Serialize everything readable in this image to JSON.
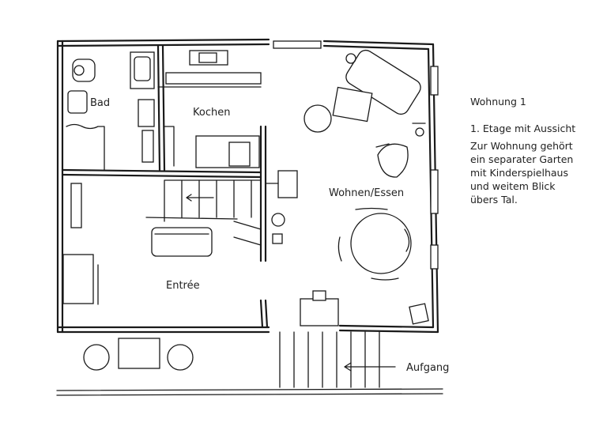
{
  "rooms": {
    "bad": "Bad",
    "kochen": "Kochen",
    "wohnen": "Wohnen/Essen",
    "entree": "Entrée",
    "aufgang": "Aufgang"
  },
  "info": {
    "title": "Wohnung 1",
    "subtitle": "1. Etage mit Aussicht",
    "description": "Zur Wohnung gehört\nein separater Garten\nmit Kinderspielhaus\nund weitem Blick\nübers Tal."
  }
}
